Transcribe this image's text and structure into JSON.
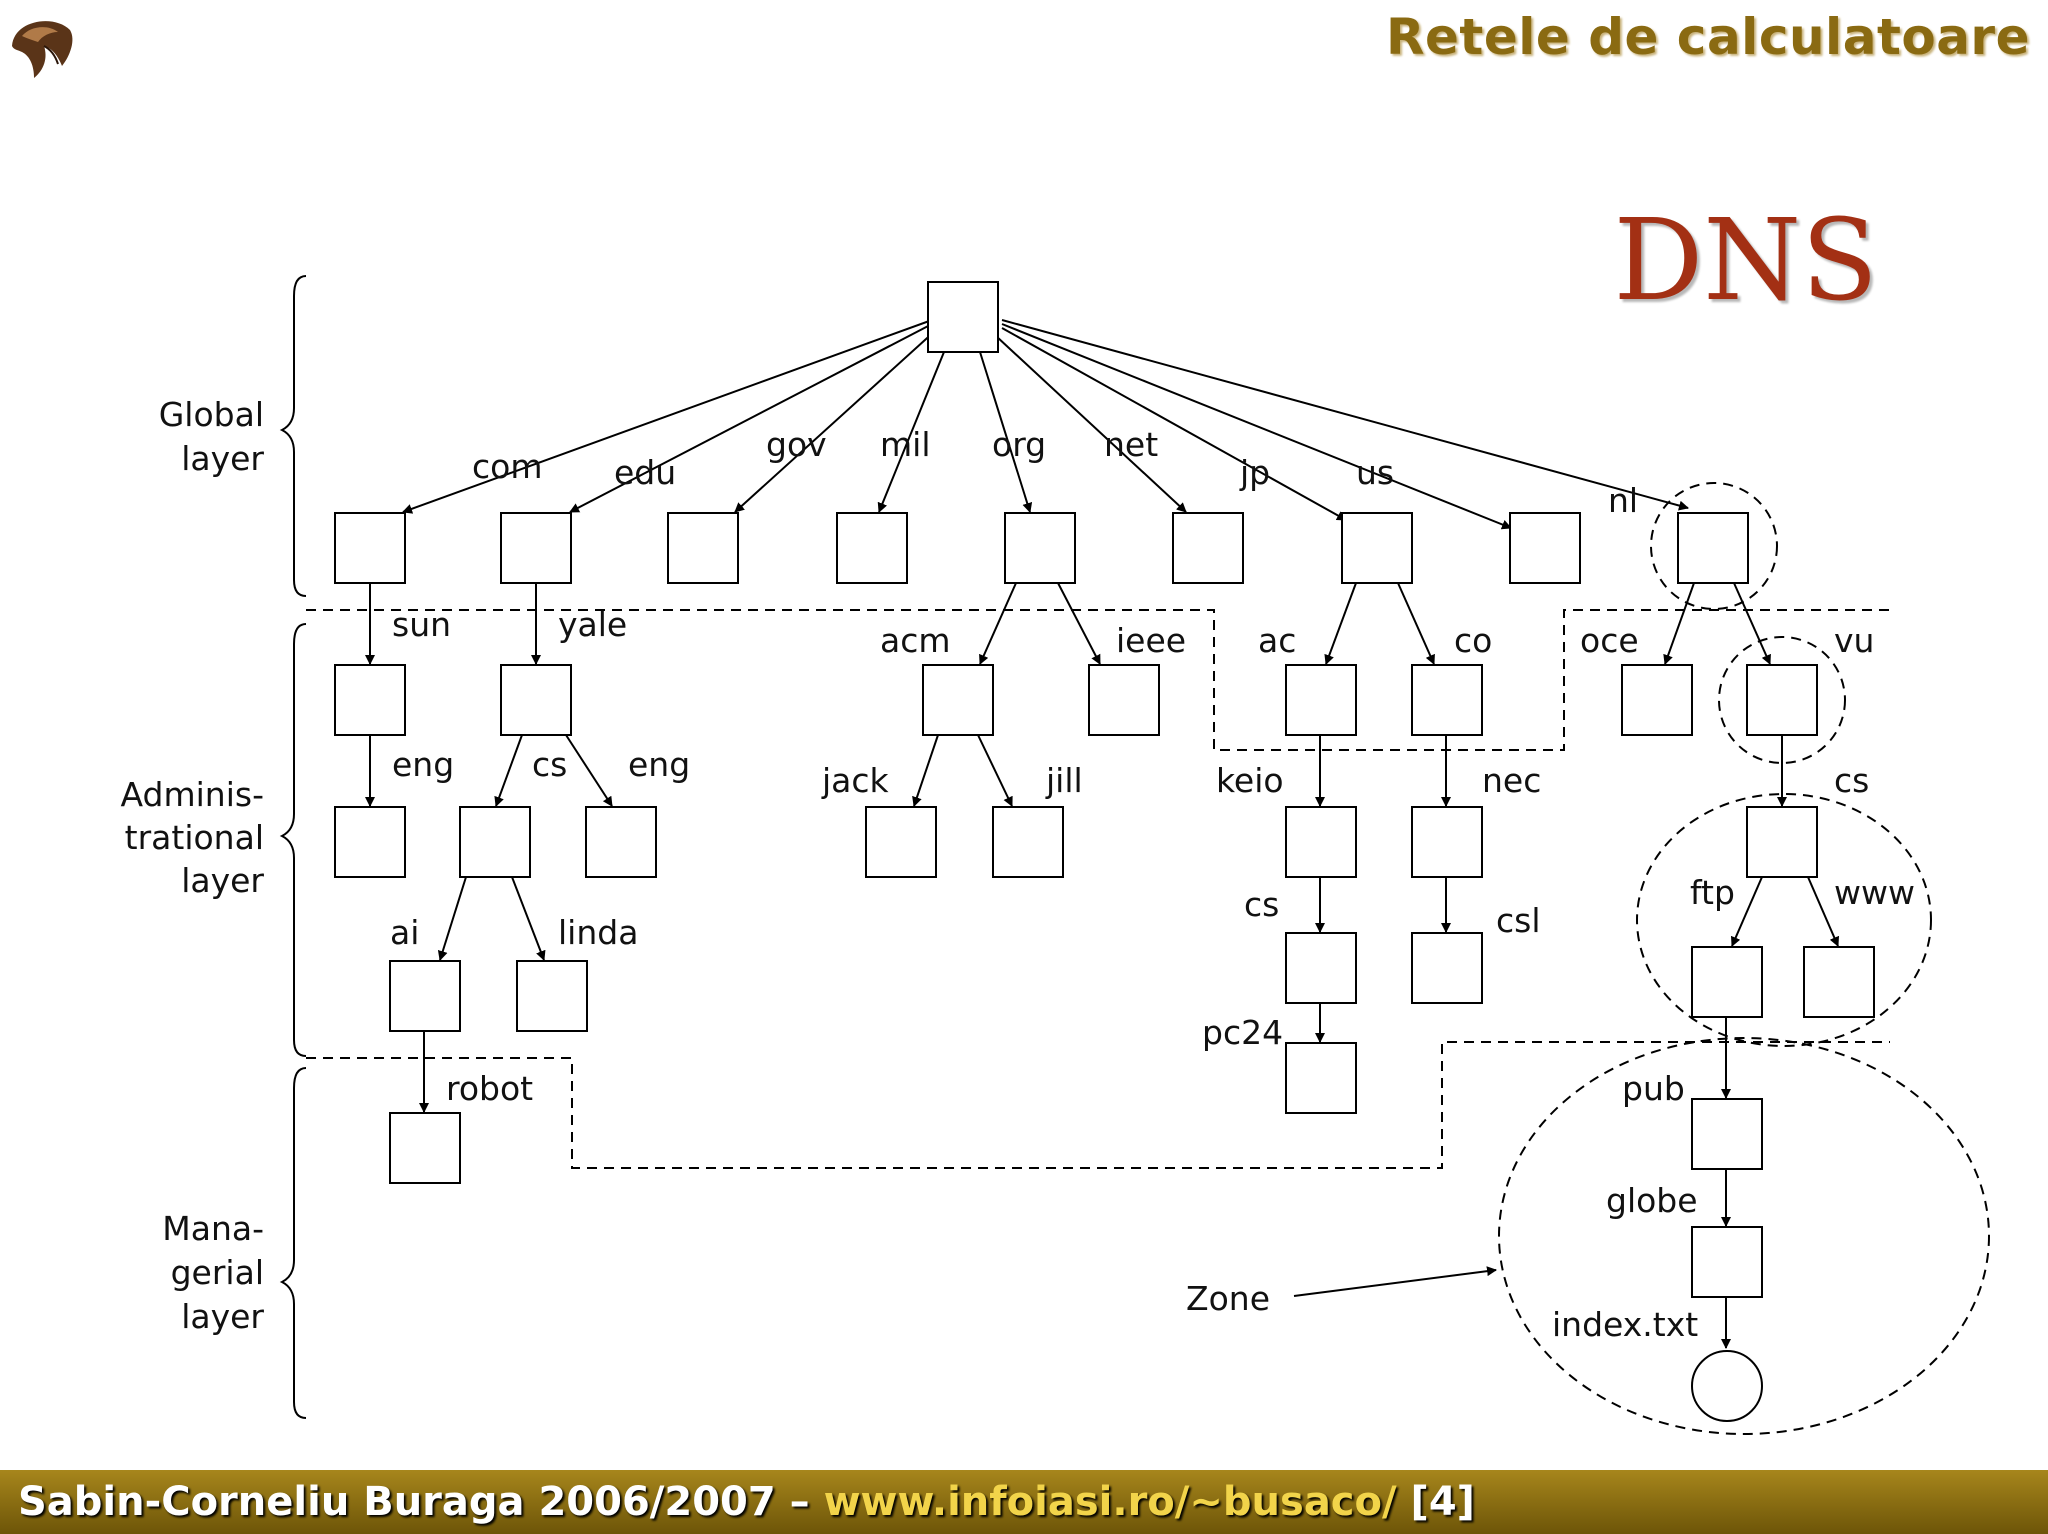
{
  "header": {
    "course_title": "Retele de calculatoare"
  },
  "slide": {
    "title": "DNS"
  },
  "layers": {
    "global": [
      "Global",
      "layer"
    ],
    "admin": [
      "Adminis-",
      "trational",
      "layer"
    ],
    "managerial": [
      "Mana-",
      "gerial",
      "layer"
    ]
  },
  "labels": {
    "com": "com",
    "edu": "edu",
    "gov": "gov",
    "mil": "mil",
    "org": "org",
    "net": "net",
    "jp": "jp",
    "us": "us",
    "nl": "nl",
    "sun": "sun",
    "yale": "yale",
    "acm": "acm",
    "ieee": "ieee",
    "ac": "ac",
    "co": "co",
    "oce": "oce",
    "vu": "vu",
    "eng1": "eng",
    "cs_yale": "cs",
    "eng2": "eng",
    "jack": "jack",
    "jill": "jill",
    "keio": "keio",
    "nec": "nec",
    "cs_vu": "cs",
    "ai": "ai",
    "linda": "linda",
    "cs_keio": "cs",
    "csl": "csl",
    "ftp": "ftp",
    "www": "www",
    "pc24": "pc24",
    "robot": "robot",
    "pub": "pub",
    "globe": "globe",
    "index": "index.txt",
    "zone": "Zone"
  },
  "footer": {
    "author": "Sabin-Corneliu Buraga 2006/2007 –",
    "url": "www.infoiasi.ro/~busaco/",
    "page": "[4]"
  }
}
